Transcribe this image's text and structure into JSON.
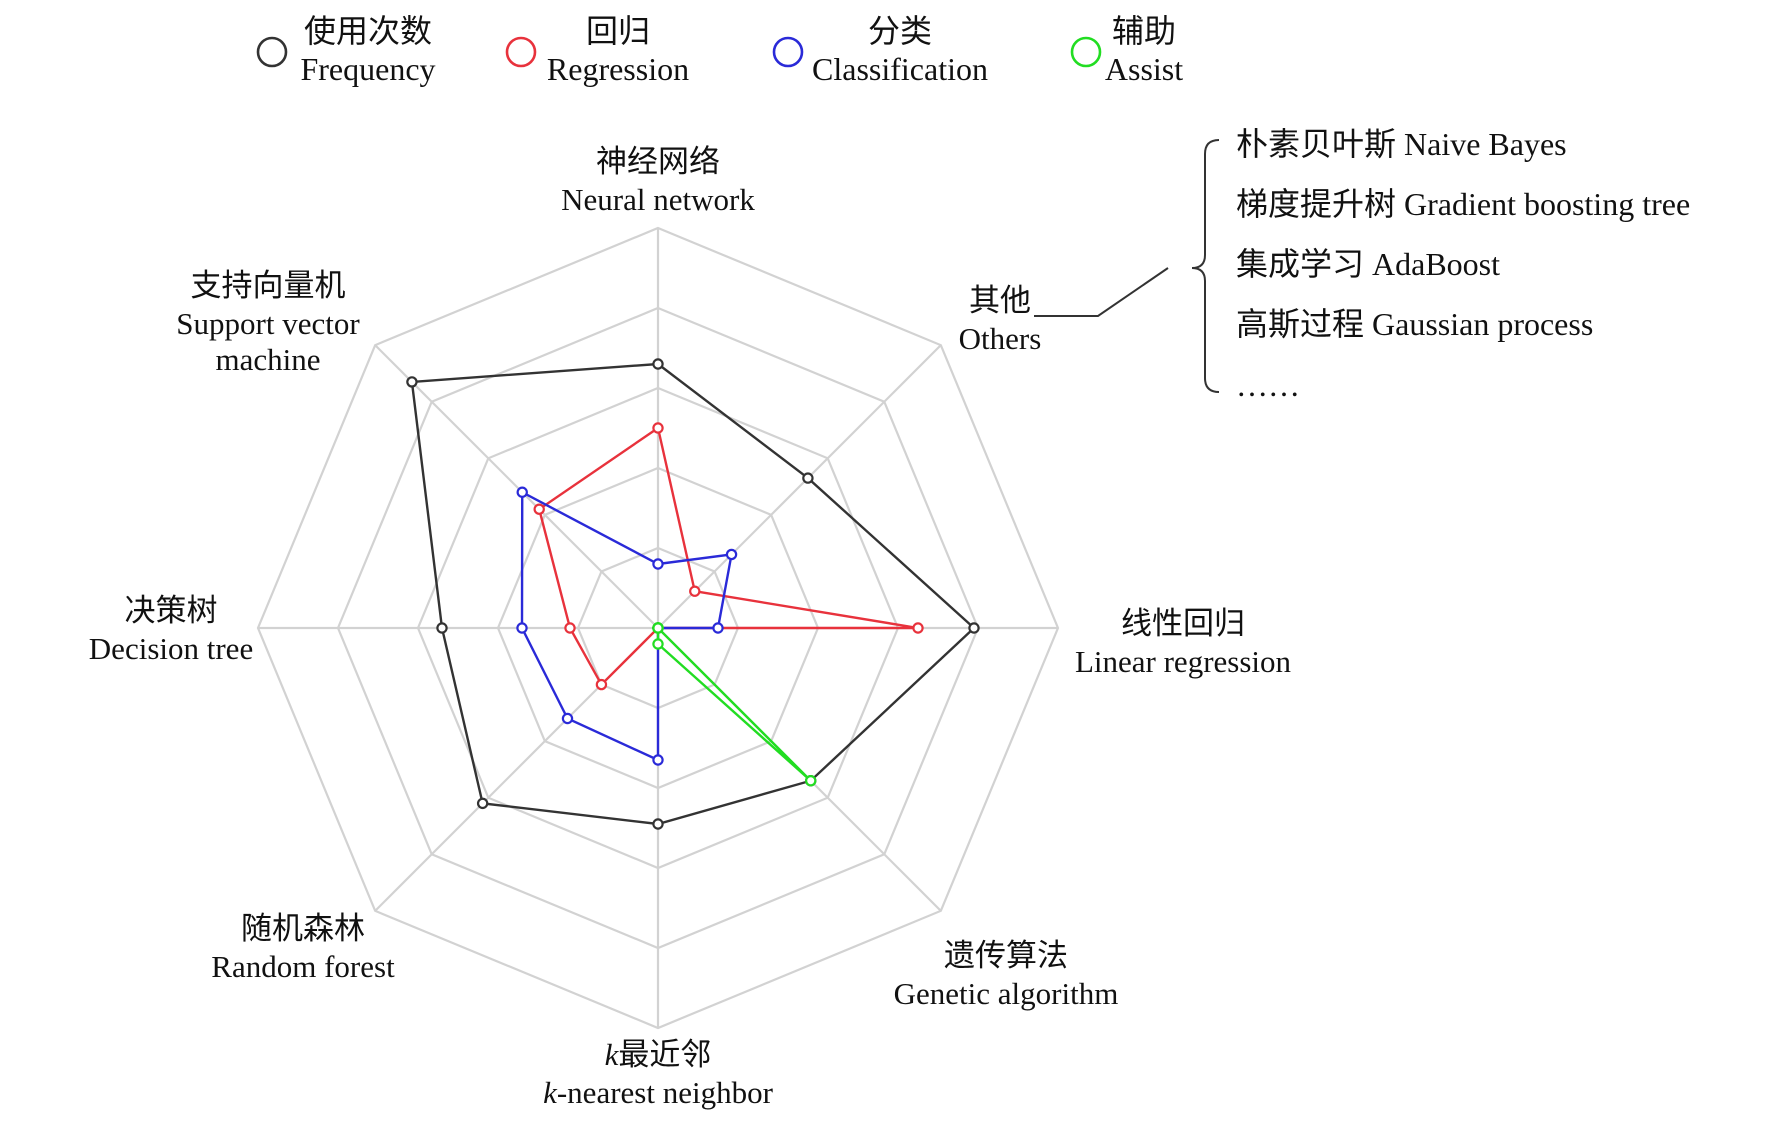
{
  "chart_data": {
    "type": "radar",
    "axes": [
      {
        "cn": "神经网络",
        "en": "Neural network"
      },
      {
        "cn": "其他",
        "en": "Others"
      },
      {
        "cn": "线性回归",
        "en": "Linear regression"
      },
      {
        "cn": "遗传算法",
        "en": "Genetic algorithm"
      },
      {
        "cn": "k最近邻",
        "en": "k-nearest neighbor"
      },
      {
        "cn": "随机森林",
        "en": "Random forest"
      },
      {
        "cn": "决策树",
        "en": "Decision tree"
      },
      {
        "cn": "支持向量机",
        "en": "Support vector machine"
      }
    ],
    "rmax": 10,
    "grid_levels": [
      2,
      4,
      6,
      8,
      10
    ],
    "series": [
      {
        "name_cn": "使用次数",
        "name_en": "Frequency",
        "color": "#333333",
        "values": [
          6.6,
          5.3,
          7.9,
          5.4,
          4.9,
          6.2,
          5.4,
          8.7
        ]
      },
      {
        "name_cn": "回归",
        "name_en": "Regression",
        "color": "#e8323c",
        "values": [
          5.0,
          1.3,
          6.5,
          0,
          0,
          2.0,
          2.2,
          4.2
        ]
      },
      {
        "name_cn": "分类",
        "name_en": "Classification",
        "color": "#2a2ad8",
        "values": [
          1.6,
          2.6,
          1.5,
          0,
          3.3,
          3.2,
          3.4,
          4.8
        ]
      },
      {
        "name_cn": "辅助",
        "name_en": "Assist",
        "color": "#22dd22",
        "values": [
          0,
          0,
          0,
          5.4,
          0.4,
          0,
          0,
          0
        ]
      }
    ],
    "others_list": [
      "朴素贝叶斯 Naive Bayes",
      "梯度提升树 Gradient boosting tree",
      "集成学习 AdaBoost",
      "高斯过程 Gaussian process",
      "……"
    ]
  }
}
